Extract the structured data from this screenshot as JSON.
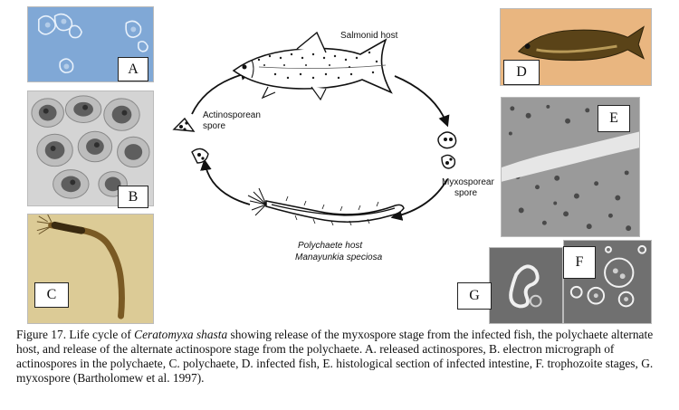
{
  "diagram": {
    "salmonid_host": "Salmonid host",
    "actinosporean_line1": "Actinosporean",
    "actinosporean_line2": "spore",
    "myxosporean_line1": "Myxosporean",
    "myxosporean_line2": "spore",
    "polychaete_line1": "Polychaete host",
    "polychaete_line2": "Manayunkia speciosa"
  },
  "panels": {
    "a": "A",
    "b": "B",
    "c": "C",
    "d": "D",
    "e": "E",
    "f": "F",
    "g": "G"
  },
  "caption": {
    "prefix": "Figure 17. Life cycle of ",
    "species": "Ceratomyxa shasta",
    "body": " showing release of the myxospore stage from the infected fish, the polychaete alternate host, and release of the alternate actinospore stage from the polychaete. A. released actinospores, B. electron micrograph of actinospores in the polychaete, C. polychaete, D. infected fish, E.  histological section of infected intestine, F. trophozoite stages, G. myxospore (Bartholomew et al. 1997)."
  },
  "colors": {
    "panel_a_bg": "#7fa7d4",
    "panel_b_bg": "#d9d9d9",
    "panel_c_bg": "#d8c68f",
    "panel_d_bg": "#e7b37c",
    "panel_e_bg": "#9a9a9a",
    "panel_fg_bg": "#6f6f6f"
  }
}
